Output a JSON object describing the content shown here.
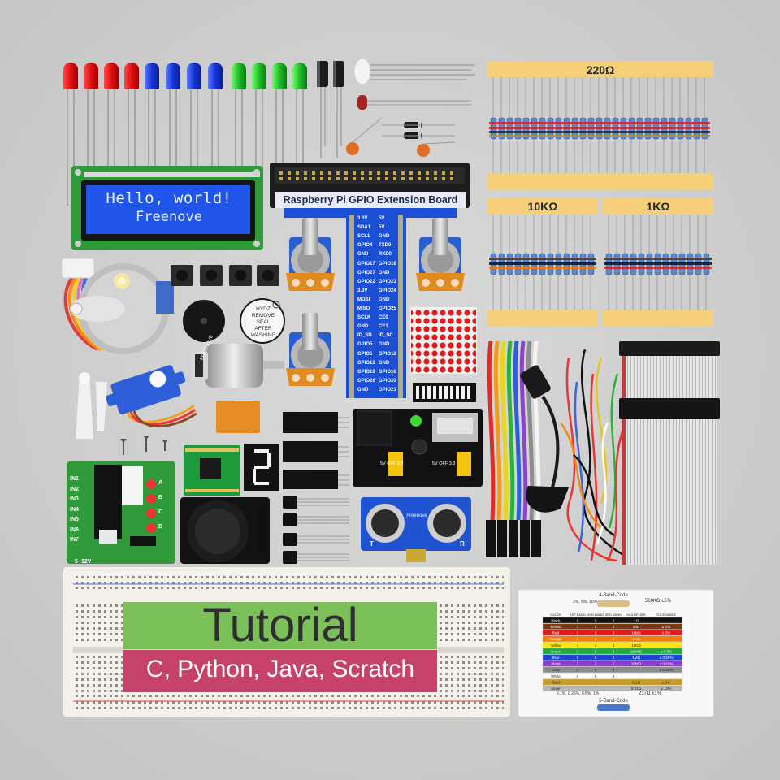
{
  "scene": {
    "lcd": {
      "line1": "Hello, world!",
      "line2": "Freenove"
    },
    "gpio_board": {
      "title": "Raspberry Pi GPIO Extension Board",
      "left_pins": [
        "3.3V",
        "SDA1",
        "SCL1",
        "GPIO4",
        "GND",
        "GPIO17",
        "GPIO27",
        "GPIO22",
        "3.3V",
        "MOSI",
        "MISO",
        "SCLK",
        "GND",
        "ID_SD",
        "GPIO5",
        "GPIO6",
        "GPIO13",
        "GPIO19",
        "GPIO26",
        "GND"
      ],
      "right_pins": [
        "5V",
        "5V",
        "GND",
        "TXD0",
        "RXD0",
        "GPIO18",
        "GND",
        "GPIO23",
        "GPIO24",
        "GND",
        "GPIO25",
        "CE0",
        "CE1",
        "ID_SC",
        "GND",
        "GPIO12",
        "GND",
        "GPIO16",
        "GPIO20",
        "GPIO21"
      ]
    },
    "resistor_labels": {
      "r220": "220Ω",
      "r10k": "10KΩ",
      "r1k": "1KΩ"
    },
    "buzzer_sticker": [
      "HYDZ",
      "REMOVE",
      "SEAL",
      "AFTER",
      "WASHING"
    ],
    "servo_label": "FREENOVE",
    "motor_driver": {
      "inputs": [
        "IN1",
        "IN2",
        "IN3",
        "IN4",
        "IN5",
        "IN6",
        "IN7"
      ],
      "voltage": "5~12V",
      "letters": [
        "A",
        "B",
        "C",
        "D"
      ]
    },
    "power_module": {
      "left_switch": "5V OFF 3.3",
      "right_switch": "5V OFF 3.3"
    },
    "ultrasonic": {
      "brand": "Freenove",
      "left": "T",
      "right": "R"
    },
    "tutorial": {
      "title": "Tutorial",
      "languages": "C, Python, Java, Scratch"
    },
    "color_code_card": {
      "four_band": {
        "title": "4-Band-Code",
        "tolerances": "2%, 5%, 10%",
        "example": "560KΩ ±5%"
      },
      "five_band": {
        "title": "5-Band-Code",
        "tolerances": "0.1%, 0.25%, 0.5%, 1%",
        "example": "237Ω ±1%"
      },
      "columns": [
        "COLOR",
        "1ST BAND",
        "2ND BAND",
        "3RD BAND",
        "MULTIPLIER",
        "TOLERANCE"
      ],
      "rows": [
        {
          "color": "Black",
          "hex": "#111111",
          "b1": "0",
          "b2": "0",
          "b3": "0",
          "mult": "1Ω",
          "tol": ""
        },
        {
          "color": "Brown",
          "hex": "#7a3a12",
          "b1": "1",
          "b2": "1",
          "b3": "1",
          "mult": "10Ω",
          "tol": "± 1%"
        },
        {
          "color": "Red",
          "hex": "#e21b1b",
          "b1": "2",
          "b2": "2",
          "b3": "2",
          "mult": "100Ω",
          "tol": "± 2%"
        },
        {
          "color": "Orange",
          "hex": "#f07d10",
          "b1": "3",
          "b2": "3",
          "b3": "3",
          "mult": "1KΩ",
          "tol": ""
        },
        {
          "color": "Yellow",
          "hex": "#f6e61a",
          "b1": "4",
          "b2": "4",
          "b3": "4",
          "mult": "10KΩ",
          "tol": ""
        },
        {
          "color": "Green",
          "hex": "#20a83c",
          "b1": "5",
          "b2": "5",
          "b3": "5",
          "mult": "100KΩ",
          "tol": "± 0.5%"
        },
        {
          "color": "Blue",
          "hex": "#2142d8",
          "b1": "6",
          "b2": "6",
          "b3": "6",
          "mult": "1MΩ",
          "tol": "± 0.25%"
        },
        {
          "color": "Violet",
          "hex": "#8a3bd0",
          "b1": "7",
          "b2": "7",
          "b3": "7",
          "mult": "10MΩ",
          "tol": "± 0.10%"
        },
        {
          "color": "Grey",
          "hex": "#8c8c8c",
          "b1": "8",
          "b2": "8",
          "b3": "8",
          "mult": "",
          "tol": "± 0.05%"
        },
        {
          "color": "White",
          "hex": "#ffffff",
          "b1": "9",
          "b2": "9",
          "b3": "9",
          "mult": "",
          "tol": ""
        },
        {
          "color": "Gold",
          "hex": "#c79a2a",
          "b1": "",
          "b2": "",
          "b3": "",
          "mult": "0.1Ω",
          "tol": "± 5%"
        },
        {
          "color": "Silver",
          "hex": "#b8b8b8",
          "b1": "",
          "b2": "",
          "b3": "",
          "mult": "0.01Ω",
          "tol": "± 10%"
        }
      ]
    }
  },
  "colors": {
    "background": "#cfd0cf",
    "led_red": "#e01010",
    "led_blue": "#1633d9",
    "led_green": "#1fbe2a",
    "lcd_blue": "#1f55e8",
    "pcb_green": "#2f9a3a",
    "gpio_blue": "#1b4fd6",
    "tutorial_green": "#7cc05a",
    "tutorial_pink": "#c7426b",
    "tape": "#f5cf7a"
  }
}
